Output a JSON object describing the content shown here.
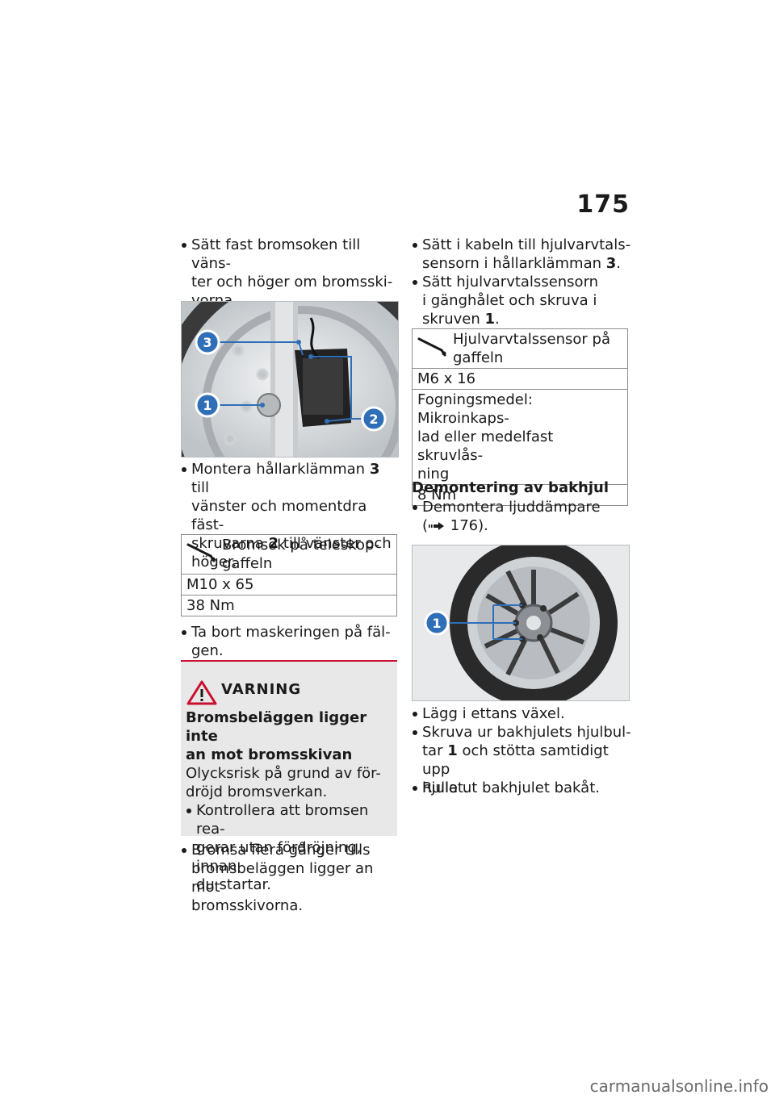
{
  "page_number": "175",
  "left": {
    "step1": [
      "Sätt fast bromsoken till väns-",
      "ter och höger om bromsski-",
      "vorna."
    ],
    "step2": [
      "Montera hållarklämman",
      "3",
      "till",
      "vänster och momentdra fäst-",
      "skruvarna",
      "2",
      "till vänster och",
      "höger."
    ],
    "spec": {
      "title": [
        "Bromsok på teleskop-",
        "gaffeln"
      ],
      "size": "M10 x 65",
      "torque": "38 Nm"
    },
    "step3": [
      "Ta bort maskeringen på fäl-",
      "gen."
    ],
    "warning": {
      "title": "VARNING",
      "subtitle": [
        "Bromsbeläggen ligger inte",
        "an mot bromsskivan"
      ],
      "body": [
        "Olycksrisk på grund av för-",
        "dröjd bromsverkan."
      ],
      "action": [
        "Kontrollera att bromsen rea-",
        "gerar utan fördröjning, innan",
        "du startar."
      ]
    },
    "step4": [
      "Bromsa flera gånger tills",
      "bromsbeläggen ligger an mot",
      "bromsskivorna."
    ],
    "figure_callouts": [
      "3",
      "1",
      "2"
    ]
  },
  "right": {
    "step1": [
      "Sätt i kabeln till hjulvarvtals-",
      "sensorn i hållarklämman",
      "3",
      "."
    ],
    "step2": [
      "Sätt hjulvarvtalssensorn",
      "i gänghålet och skruva i",
      "skruven",
      "1",
      "."
    ],
    "spec": {
      "title": [
        "Hjulvarvtalssensor på",
        "gaffeln"
      ],
      "size": "M6 x 16",
      "agent": [
        "Fogningsmedel: Mikroinkaps-",
        "lad eller medelfast skruvlås-",
        "ning"
      ],
      "torque": "8 Nm"
    },
    "section_heading": "Demontering av bakhjul",
    "step3": [
      "Demontera ljuddämpare",
      "176)."
    ],
    "figure_callout": "1",
    "step4": "Lägg i ettans växel.",
    "step5": [
      "Skruva ur bakhjulets hjulbul-",
      "tar",
      "1",
      "och stötta samtidigt upp",
      "hjulet."
    ],
    "step6": "Rulla ut bakhjulet bakåt."
  },
  "watermark": "carmanualsonline.info",
  "colors": {
    "accent": "#2f6fb8",
    "warning_red": "#c8102e",
    "warning_bg": "#e8e8e8"
  }
}
